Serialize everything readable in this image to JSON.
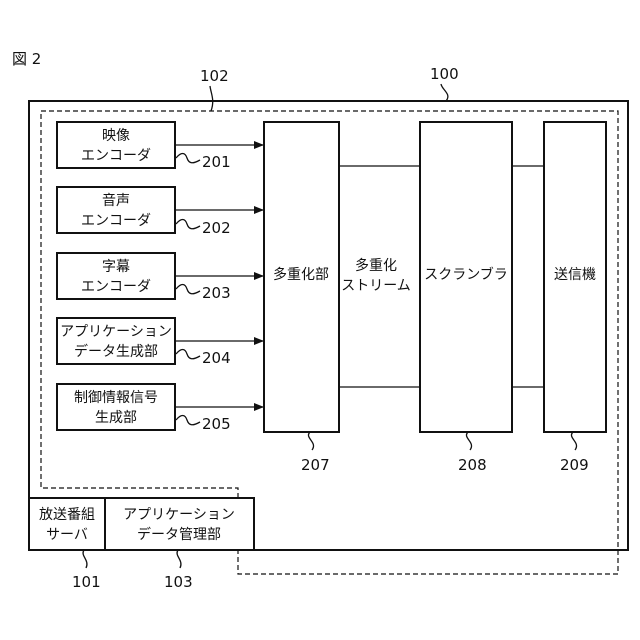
{
  "figure_label": "図 2",
  "refs": {
    "r100": "100",
    "r101": "101",
    "r102": "102",
    "r103": "103",
    "r201": "201",
    "r202": "202",
    "r203": "203",
    "r204": "204",
    "r205": "205",
    "r207": "207",
    "r208": "208",
    "r209": "209"
  },
  "blocks": {
    "video_encoder": [
      "映像",
      "エンコーダ"
    ],
    "audio_encoder": [
      "音声",
      "エンコーダ"
    ],
    "subtitle_encoder": [
      "字幕",
      "エンコーダ"
    ],
    "app_data_gen": [
      "アプリケーション",
      "データ生成部"
    ],
    "control_info_gen": [
      "制御情報信号",
      "生成部"
    ],
    "multiplexer": "多重化部",
    "multiplex_stream": [
      "多重化",
      "ストリーム"
    ],
    "scrambler": "スクランブラ",
    "transmitter": "送信機",
    "broadcast_server": [
      "放送番組",
      "サーバ"
    ],
    "app_data_mgmt": [
      "アプリケーション",
      "データ管理部"
    ]
  }
}
